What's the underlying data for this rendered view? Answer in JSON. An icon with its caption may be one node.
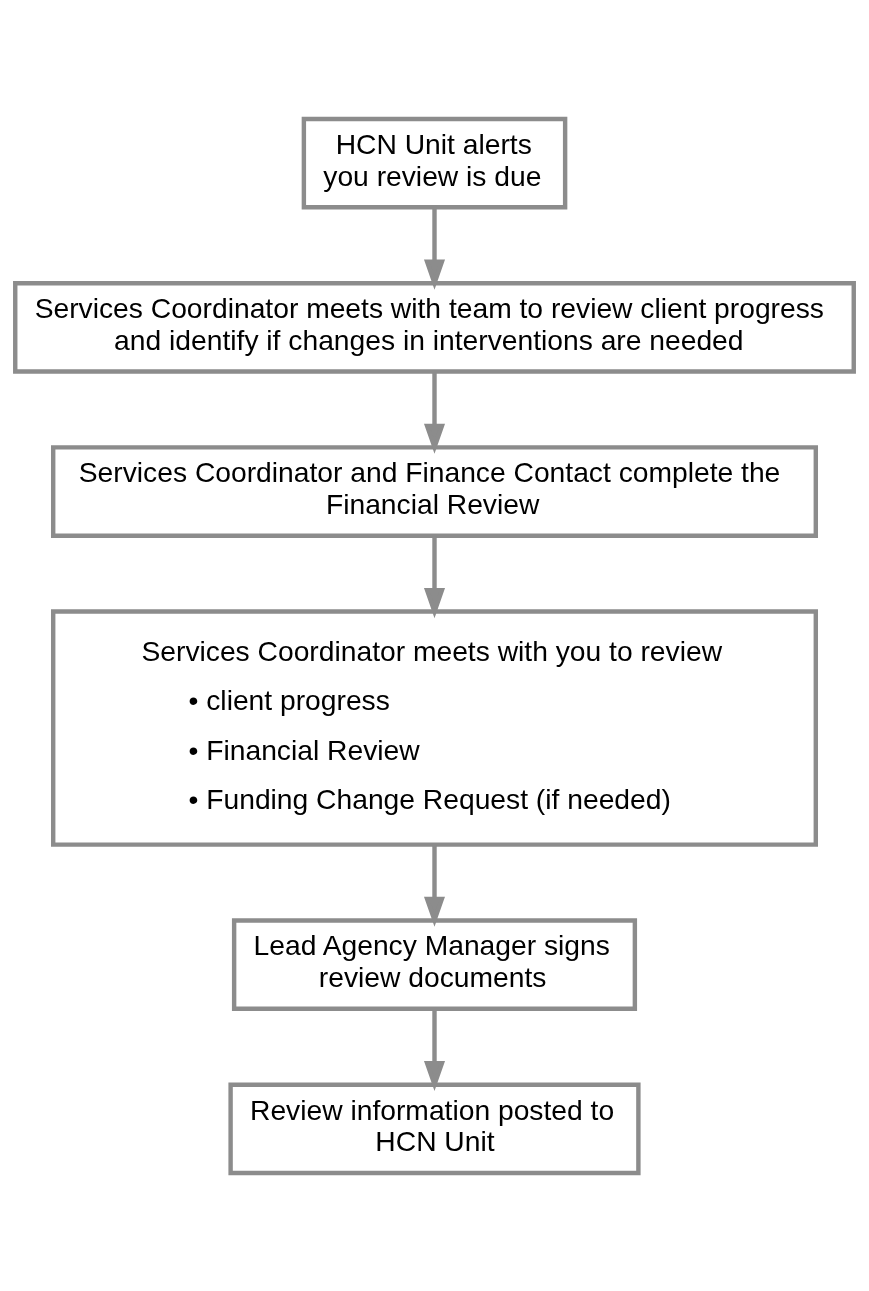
{
  "diagram": {
    "nodes": [
      {
        "text": [
          "HCN Unit alerts you review is due"
        ]
      },
      {
        "text": [
          "Services Coordinator meets with team to review client progress and identify if changes in interventions are needed"
        ]
      },
      {
        "text": [
          "Services Coordinator and Finance Contact complete the Financial Review"
        ]
      },
      {
        "text": [
          "Services Coordinator meets with you to review",
          "• client progress",
          "• Financial Review",
          "• Funding Change Request (if needed)"
        ]
      },
      {
        "text": [
          "Lead Agency Manager signs review documents"
        ]
      },
      {
        "text": [
          "Review information posted to HCN Unit"
        ]
      }
    ],
    "edges": [
      {
        "from": 0,
        "to": 1,
        "arrow": "to"
      },
      {
        "from": 1,
        "to": 2,
        "arrow": "to"
      },
      {
        "from": 2,
        "to": 3,
        "arrow": "to"
      },
      {
        "from": 3,
        "to": 4,
        "arrow": "to"
      },
      {
        "from": 4,
        "to": 5,
        "arrow": "to"
      }
    ]
  }
}
